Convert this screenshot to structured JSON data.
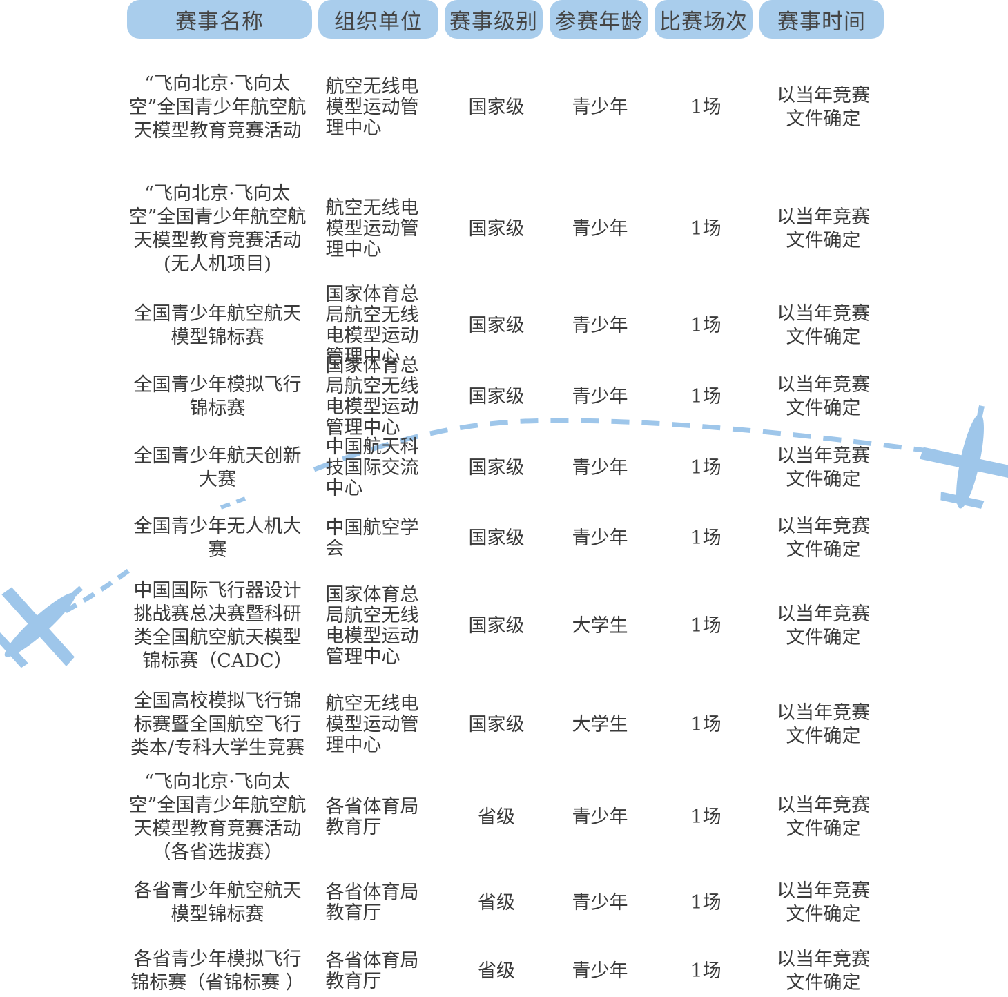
{
  "table": {
    "headers": [
      "赛事名称",
      "组织单位",
      "赛事级别",
      "参赛年龄",
      "比赛场次",
      "赛事时间"
    ],
    "rows": [
      {
        "name": "“飞向北京·飞向太空”全国青少年航空航天模型教育竞赛活动",
        "org": "航空无线电模型运动管理中心",
        "level": "国家级",
        "age": "青少年",
        "count": "1场",
        "time": "以当年竞赛文件确定"
      },
      {
        "name": "“飞向北京·飞向太空”全国青少年航空航天模型教育竞赛活动 (无人机项目)",
        "org": "航空无线电模型运动管理中心",
        "level": "国家级",
        "age": "青少年",
        "count": "1场",
        "time": "以当年竞赛文件确定"
      },
      {
        "name": "全国青少年航空航天模型锦标赛",
        "org": "国家体育总局航空无线电模型运动管理中心",
        "level": "国家级",
        "age": "青少年",
        "count": "1场",
        "time": "以当年竞赛文件确定"
      },
      {
        "name": "全国青少年模拟飞行锦标赛",
        "org": "国家体育总局航空无线电模型运动管理中心",
        "level": "国家级",
        "age": "青少年",
        "count": "1场",
        "time": "以当年竞赛文件确定"
      },
      {
        "name": "全国青少年航天创新大赛",
        "org": "中国航天科技国际交流中心",
        "level": "国家级",
        "age": "青少年",
        "count": "1场",
        "time": "以当年竞赛文件确定"
      },
      {
        "name": "全国青少年无人机大赛",
        "org": "中国航空学会",
        "level": "国家级",
        "age": "青少年",
        "count": "1场",
        "time": "以当年竞赛文件确定"
      },
      {
        "name": "中国国际飞行器设计挑战赛总决赛暨科研类全国航空航天模型锦标赛（CADC）",
        "org": "国家体育总局航空无线电模型运动管理中心",
        "level": "国家级",
        "age": "大学生",
        "count": "1场",
        "time": "以当年竞赛文件确定"
      },
      {
        "name": "全国高校模拟飞行锦标赛暨全国航空飞行类本/专科大学生竞赛",
        "org": "航空无线电模型运动管理中心",
        "level": "国家级",
        "age": "大学生",
        "count": "1场",
        "time": "以当年竞赛文件确定"
      },
      {
        "name": "“飞向北京·飞向太空”全国青少年航空航天模型教育竞赛活动（各省选拔赛）",
        "org": "各省体育局教育厅",
        "level": "省级",
        "age": "青少年",
        "count": "1场",
        "time": "以当年竞赛文件确定"
      },
      {
        "name": "各省青少年航空航天模型锦标赛",
        "org": "各省体育局教育厅",
        "level": "省级",
        "age": "青少年",
        "count": "1场",
        "time": "以当年竞赛文件确定"
      },
      {
        "name": "各省青少年模拟飞行锦标赛（省锦标赛 ）",
        "org": "各省体育局教育厅",
        "level": "省级",
        "age": "青少年",
        "count": "1场",
        "time": "以当年竞赛文件确定"
      }
    ]
  },
  "decor": {
    "accent_color": "#a9cdec",
    "plane_color": "#9ec6ea",
    "icons": [
      "airplane-icon-left",
      "airplane-icon-right",
      "dashed-flight-path"
    ]
  }
}
